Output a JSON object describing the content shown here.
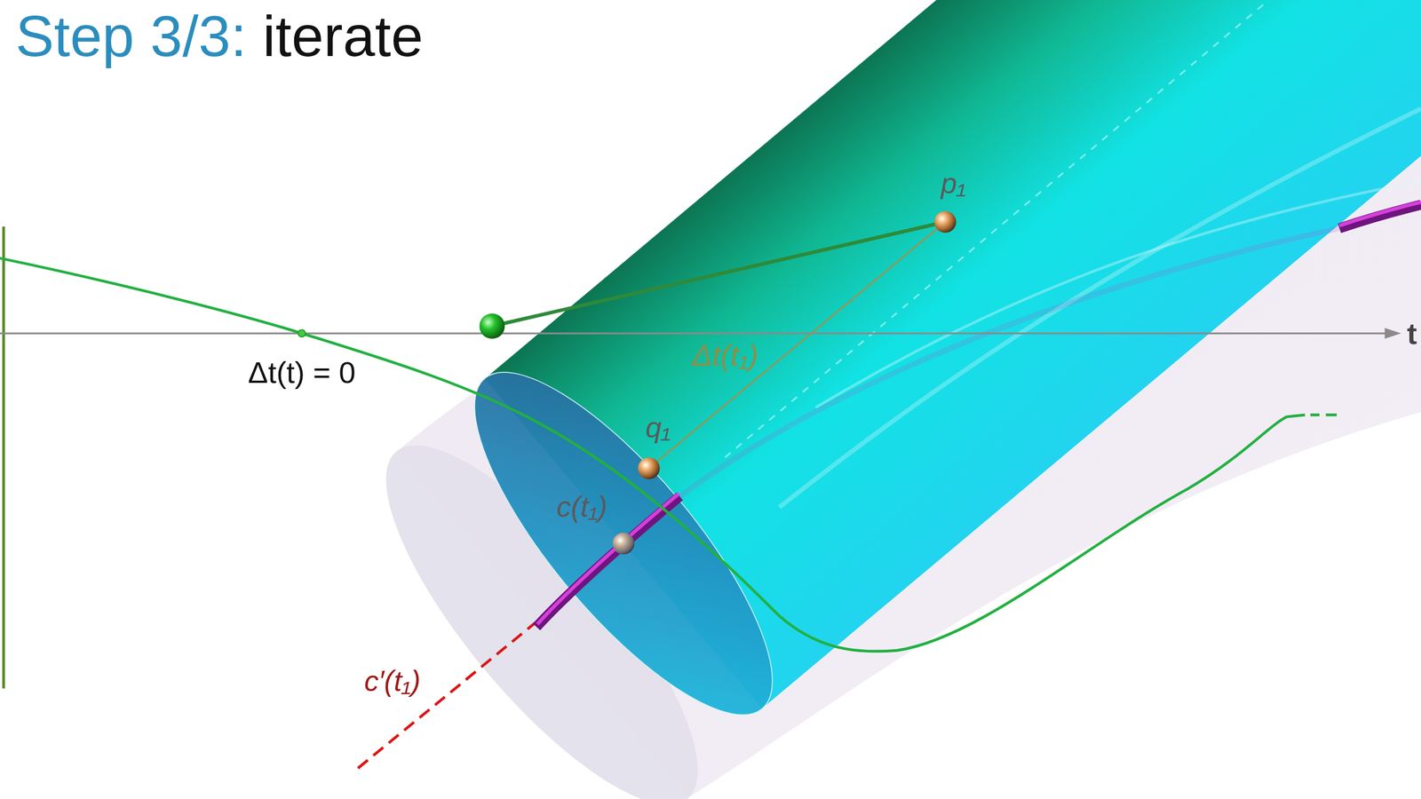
{
  "diagram": {
    "title": "Step 3/3: iterate",
    "labels": [
      "p₁",
      "Δt(t₁)",
      "q₁",
      "c(t₁)",
      "Δt(t) = 0",
      "c′(t₁)",
      "t"
    ]
  }
}
